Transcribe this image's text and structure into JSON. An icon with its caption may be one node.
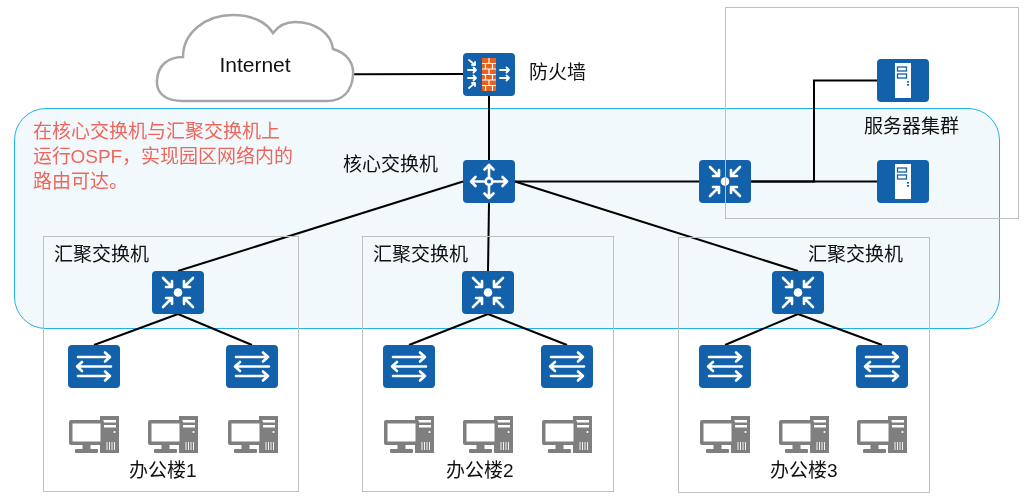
{
  "diagram": {
    "nodes": [
      {
        "text": [
          "Internet"
        ]
      },
      {
        "text": [],
        "shape": "picture",
        "beside": [
          "防火墙"
        ]
      },
      {
        "text": [
          "服务器集群"
        ]
      },
      {
        "text": [],
        "shape": "picture",
        "in": 2
      },
      {
        "text": [
          "在核心交换机与汇聚交换机上运行OSPF，实现园区网络内的路由可达。"
        ]
      },
      {
        "text": [],
        "shape": "picture",
        "beside": [
          "核心交换机"
        ],
        "in": 4
      },
      {
        "text": [],
        "shape": "picture",
        "in": 4
      },
      {
        "text": [],
        "shape": "picture"
      },
      {
        "text": [
          "办公楼1"
        ]
      },
      {
        "text": [],
        "shape": "picture",
        "beside": [
          "汇聚交换机"
        ]
      },
      {
        "text": [],
        "shape": "picture",
        "in": 8
      },
      {
        "text": [],
        "shape": "picture",
        "in": 8
      },
      {
        "text": [],
        "shape": "picture",
        "in": 8
      },
      {
        "text": [],
        "shape": "picture",
        "in": 8
      },
      {
        "text": [],
        "shape": "picture",
        "in": 8
      },
      {
        "text": [
          "办公楼2"
        ]
      },
      {
        "text": [],
        "shape": "picture",
        "beside": [
          "汇聚交换机"
        ]
      },
      {
        "text": [],
        "shape": "picture",
        "in": 15
      },
      {
        "text": [],
        "shape": "picture",
        "in": 15
      },
      {
        "text": [],
        "shape": "picture",
        "in": 15
      },
      {
        "text": [],
        "shape": "picture",
        "in": 15
      },
      {
        "text": [],
        "shape": "picture",
        "in": 15
      },
      {
        "text": [
          "办公楼3"
        ]
      },
      {
        "text": [],
        "shape": "picture",
        "beside": [
          "汇聚交换机"
        ]
      },
      {
        "text": [],
        "shape": "picture",
        "in": 22
      },
      {
        "text": [],
        "shape": "picture",
        "in": 22
      },
      {
        "text": [],
        "shape": "picture",
        "in": 22
      },
      {
        "text": [],
        "shape": "picture",
        "in": 22
      },
      {
        "text": [],
        "shape": "picture",
        "in": 22
      }
    ],
    "edges": [
      {
        "from": 0,
        "to": 1,
        "arrow": "none"
      },
      {
        "from": 1,
        "to": 5,
        "arrow": "none"
      },
      {
        "from": 5,
        "to": 6,
        "arrow": "none"
      },
      {
        "from": 6,
        "to": 3,
        "arrow": "none"
      },
      {
        "from": 6,
        "to": 7,
        "arrow": "none"
      },
      {
        "from": 5,
        "to": 9,
        "arrow": "none"
      },
      {
        "from": 5,
        "to": 16,
        "arrow": "none"
      },
      {
        "from": 5,
        "to": 23,
        "arrow": "none"
      },
      {
        "from": 9,
        "to": 10,
        "arrow": "none"
      },
      {
        "from": 9,
        "to": 11,
        "arrow": "none"
      },
      {
        "from": 16,
        "to": 17,
        "arrow": "none"
      },
      {
        "from": 16,
        "to": 18,
        "arrow": "none"
      },
      {
        "from": 23,
        "to": 24,
        "arrow": "none"
      },
      {
        "from": 23,
        "to": 25,
        "arrow": "none"
      }
    ]
  }
}
